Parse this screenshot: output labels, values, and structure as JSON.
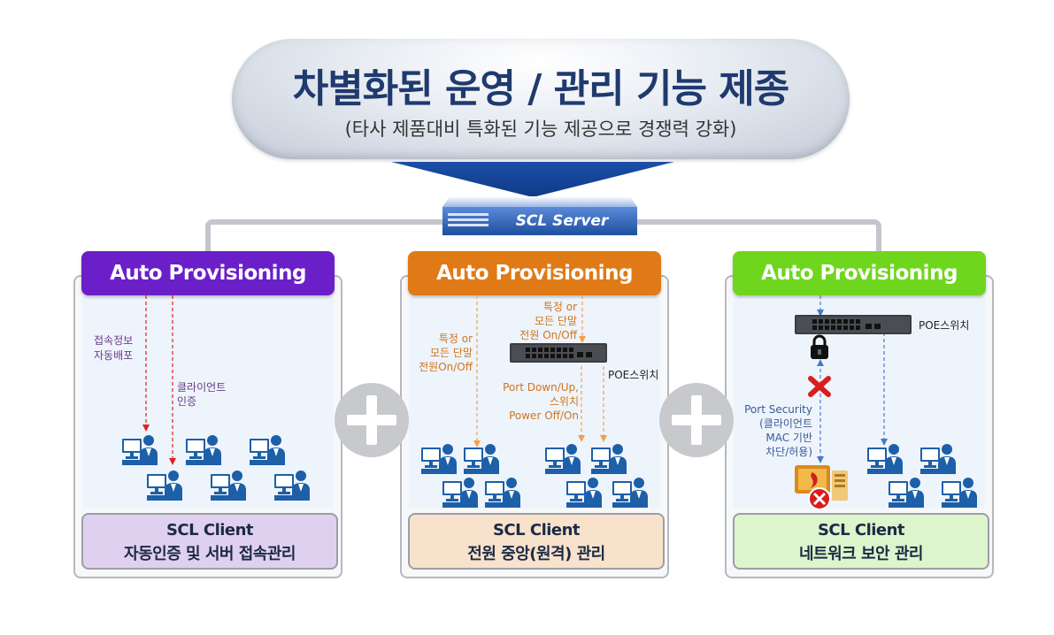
{
  "header": {
    "title": "차별화된 운영 / 관리 기능 제종",
    "subtitle": "(타사 제품대비 특화된 기능 제공으로 경쟁력 강화)"
  },
  "server": {
    "label": "SCL Server"
  },
  "panels": [
    {
      "header": "Auto Provisioning",
      "header_color": "#6a1fc8",
      "labels": [
        "접속정보",
        "자동배포",
        "클라이언트",
        "인증"
      ],
      "client_title": "SCL Client",
      "client_desc": "자동인증 및 서버 접속관리",
      "client_bg": "#e0d0f0"
    },
    {
      "header": "Auto Provisioning",
      "header_color": "#e07a16",
      "labels": [
        "특정 or",
        "모든 단말",
        "전원On/Off",
        "특정 or",
        "모든 단말",
        "전원 On/Off",
        "POE스위치",
        "Port Down/Up,",
        "스위치",
        "Power Off/On"
      ],
      "client_title": "SCL Client",
      "client_desc": "전원 중앙(원격) 관리",
      "client_bg": "#f8e2cc"
    },
    {
      "header": "Auto Provisioning",
      "header_color": "#6fd61e",
      "labels": [
        "POE스위치",
        "Port Security",
        "(클라이언트",
        "MAC 기반",
        "차단/허용)"
      ],
      "client_title": "SCL Client",
      "client_desc": "네트워크 보안 관리",
      "client_bg": "#ddf5cc"
    }
  ]
}
